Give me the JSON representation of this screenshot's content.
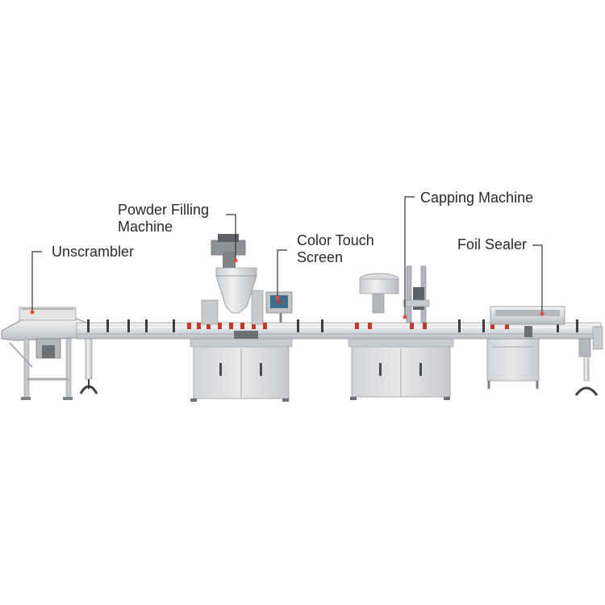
{
  "labels": {
    "unscrambler": "Unscrambler",
    "powder_filling": [
      "Powder Filling",
      "Machine"
    ],
    "color_touch": [
      "Color Touch",
      "Screen"
    ],
    "capping": "Capping Machine",
    "foil_sealer": "Foil Sealer"
  },
  "colors": {
    "steel_light": "#e4e6e8",
    "steel_mid": "#c3c6c9",
    "steel_dark": "#8e9296",
    "accent_red": "#c0392b",
    "leader_line": "#333333"
  }
}
